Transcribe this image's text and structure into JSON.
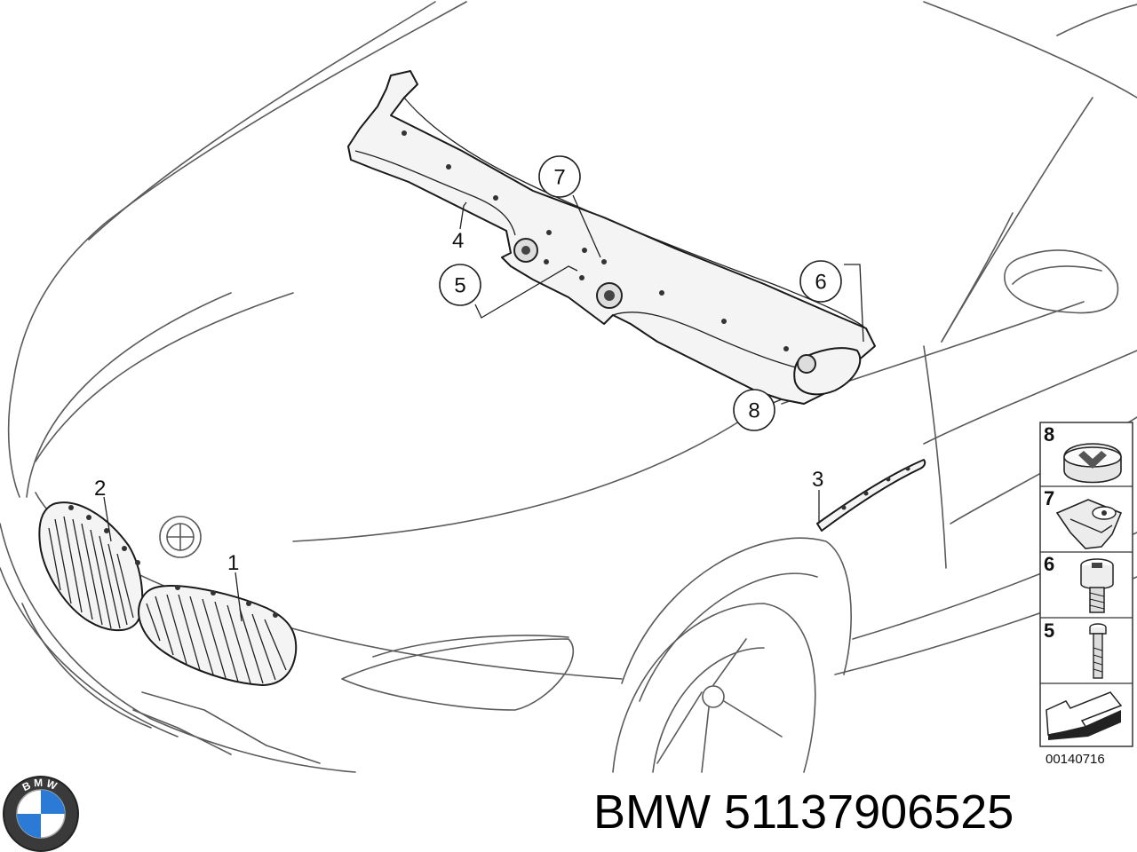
{
  "diagram": {
    "callouts": [
      {
        "id": "1",
        "label": "1"
      },
      {
        "id": "2",
        "label": "2"
      },
      {
        "id": "3",
        "label": "3"
      },
      {
        "id": "4",
        "label": "4"
      },
      {
        "id": "5",
        "label": "5"
      },
      {
        "id": "6",
        "label": "6"
      },
      {
        "id": "7",
        "label": "7"
      },
      {
        "id": "8",
        "label": "8"
      }
    ],
    "parts_legend": [
      {
        "label": "8"
      },
      {
        "label": "7"
      },
      {
        "label": "6"
      },
      {
        "label": "5"
      }
    ],
    "reference_number": "00140716"
  },
  "footer": {
    "brand_logo_text": "BMW",
    "caption": "BMW 51137906525"
  }
}
